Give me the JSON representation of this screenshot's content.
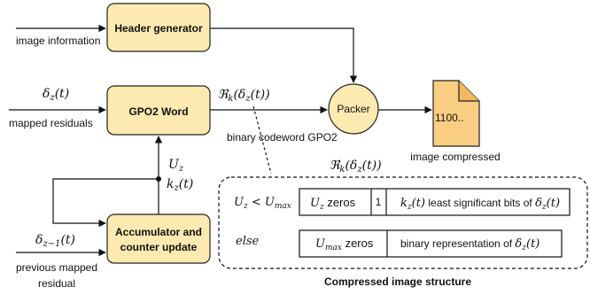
{
  "colors": {
    "block_fill": "#FCEAB0",
    "block_stroke": "#222222",
    "packer_fill": "#FCEAB0",
    "doc_fill": "#F9CE82",
    "line": "#111111"
  },
  "blocks": {
    "header_generator": "Header generator",
    "gpo2_word": "GPO2 Word",
    "accumulator_line1": "Accumulator and",
    "accumulator_line2": "counter update",
    "packer": "Packer"
  },
  "inputs": {
    "image_information": "image information",
    "mapped_residuals": "mapped residuals",
    "previous_line1": "previous mapped",
    "previous_line2": "residual"
  },
  "math": {
    "delta_z_t": "δz(t)",
    "delta_zm1_t": "δz−1(t)",
    "Rk": "ℜk(δz(t))",
    "Uz": "Uz",
    "kz_t": "kz(t)"
  },
  "labels": {
    "binary_codeword": "binary codeword GPO2",
    "image_compressed": "image compressed",
    "doc_text": "1100..",
    "structure_caption": "Compressed image structure",
    "structure_Rk": "ℜk(δz(t))"
  },
  "structure": {
    "row1": {
      "condition": "Uz < Umax",
      "zeros": "Uz zeros",
      "one": "1",
      "lsb_text": "kz(t) least significant bits of δz(t)"
    },
    "row2": {
      "condition": "else",
      "zeros": "Umax zeros",
      "binrep": "binary representation of δz(t)"
    }
  }
}
